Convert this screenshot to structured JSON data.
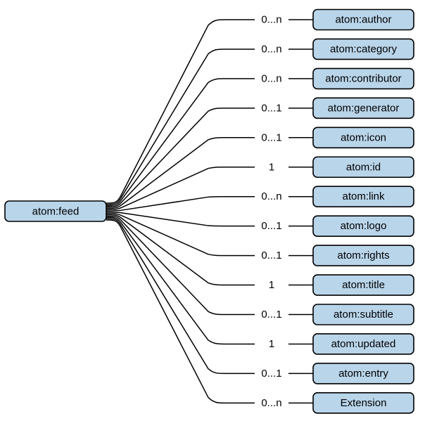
{
  "root": {
    "label": "atom:feed"
  },
  "children": [
    {
      "label": "atom:author",
      "cardinality": "0...n"
    },
    {
      "label": "atom:category",
      "cardinality": "0...n"
    },
    {
      "label": "atom:contributor",
      "cardinality": "0...n"
    },
    {
      "label": "atom:generator",
      "cardinality": "0...1"
    },
    {
      "label": "atom:icon",
      "cardinality": "0...1"
    },
    {
      "label": "atom:id",
      "cardinality": "1"
    },
    {
      "label": "atom:link",
      "cardinality": "0...n"
    },
    {
      "label": "atom:logo",
      "cardinality": "0...1"
    },
    {
      "label": "atom:rights",
      "cardinality": "0...1"
    },
    {
      "label": "atom:title",
      "cardinality": "1"
    },
    {
      "label": "atom:subtitle",
      "cardinality": "0...1"
    },
    {
      "label": "atom:updated",
      "cardinality": "1"
    },
    {
      "label": "atom:entry",
      "cardinality": "0...1"
    },
    {
      "label": "Extension",
      "cardinality": "0...n"
    }
  ],
  "colors": {
    "node_fill": "#b9d5ea",
    "stroke": "#000000",
    "background": "#ffffff"
  }
}
